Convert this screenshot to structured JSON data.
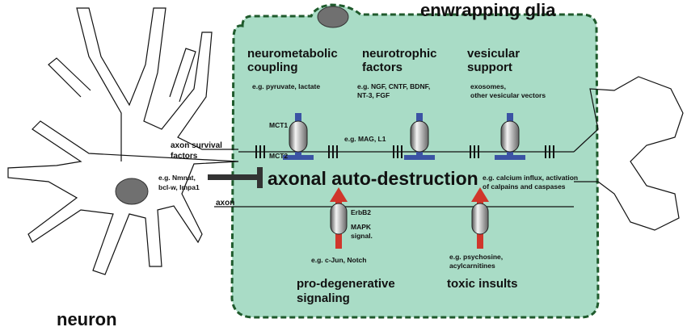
{
  "title": "enwrapping glia",
  "neuron_label": "neuron",
  "axon_label": "axon",
  "axon_survival": [
    "axon survival",
    "factors"
  ],
  "survival_examples": [
    "e.g. Nmnat,",
    "bcl-w, Impa1"
  ],
  "center_label": "axonal auto-destruction",
  "sections": {
    "metabolic": {
      "title": [
        "neurometabolic",
        "coupling"
      ],
      "example": [
        "e.g. pyruvate, lactate"
      ]
    },
    "trophic": {
      "title": [
        "neurotrophic",
        "factors"
      ],
      "example": [
        "e.g. NGF, CNTF, BDNF,",
        "NT-3, FGF"
      ]
    },
    "vesicular": {
      "title": [
        "vesicular",
        "support"
      ],
      "example": [
        "exosomes,",
        "other vesicular vectors"
      ]
    },
    "prodeg": {
      "title": [
        "pro-degenerative",
        "signaling"
      ],
      "example": [
        "e.g. c-Jun, Notch"
      ]
    },
    "toxic": {
      "title": [
        "toxic insults"
      ],
      "example": [
        "e.g. psychosine,",
        "acylcarnitines"
      ]
    }
  },
  "transporters": {
    "mct1": "MCT1",
    "mct2": "MCT2"
  },
  "mag_example": "e.g. MAG, L1",
  "erbb2": "ErbB2",
  "mapk": [
    "MAPK",
    "signal."
  ],
  "calcium_example": [
    "e.g. calcium influx, activation",
    "of calpains and caspases"
  ],
  "colors": {
    "glia_fill": "#a9dcc6",
    "glia_border": "#1f5a2c",
    "blue": "#3b53a4",
    "red": "#d0362b",
    "nucleus": "#707070"
  }
}
